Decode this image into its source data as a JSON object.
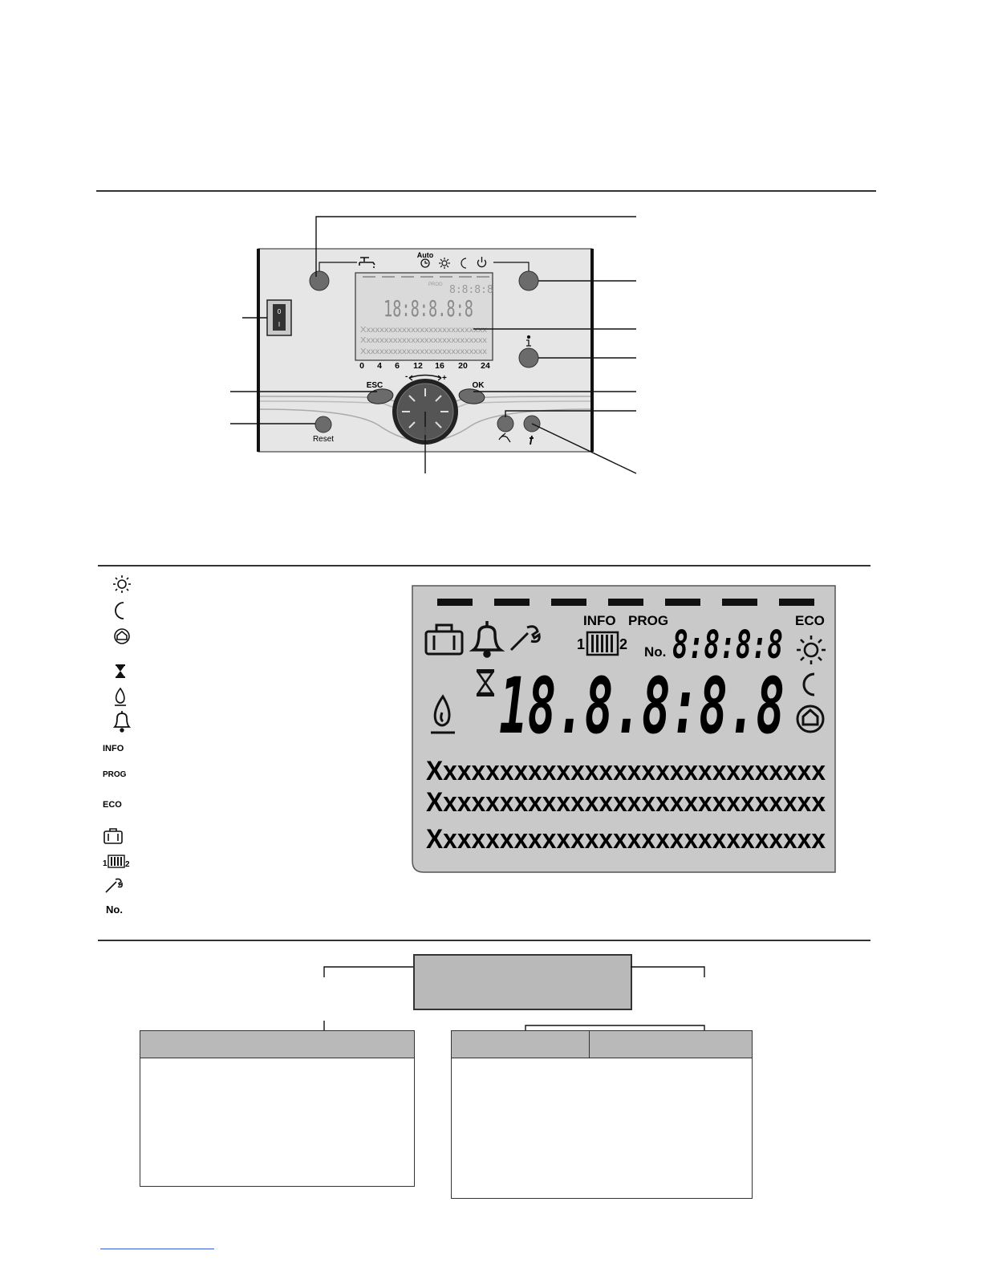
{
  "controller": {
    "mode_auto_label": "Auto",
    "esc_label": "ESC",
    "ok_label": "OK",
    "reset_label": "Reset",
    "power_switch_top": "0",
    "power_switch_bottom": "I",
    "scale_ticks": [
      "0",
      "4",
      "6",
      "12",
      "16",
      "20",
      "24"
    ],
    "dial_minus": "-",
    "dial_plus": "+",
    "small_lcd_digits": "18:8:8.8:8",
    "small_lcd_top_digits": "8:8:8:8",
    "small_lcd_prog": "PROG",
    "small_lcd_text_lines": [
      "Xxxxxxxxxxxxxxxxxxxxxxxxxxxx",
      "Xxxxxxxxxxxxxxxxxxxxxxxxxxxx",
      "Xxxxxxxxxxxxxxxxxxxxxxxxxxxx"
    ]
  },
  "legend": {
    "items": [
      {
        "icon": "sun-icon"
      },
      {
        "icon": "moon-icon"
      },
      {
        "icon": "house-circle-icon"
      },
      {
        "icon": "hourglass-icon"
      },
      {
        "icon": "flame-icon"
      },
      {
        "icon": "bell-icon"
      },
      {
        "icon": "info-text",
        "text": "INFO"
      },
      {
        "icon": "prog-text",
        "text": "PROG"
      },
      {
        "icon": "eco-text",
        "text": "ECO"
      },
      {
        "icon": "suitcase-icon"
      },
      {
        "icon": "radiator-icon",
        "left": "1",
        "right": "2"
      },
      {
        "icon": "wrench-icon"
      },
      {
        "icon": "no-text",
        "text": "No."
      }
    ]
  },
  "lcd": {
    "info_label": "INFO",
    "prog_label": "PROG",
    "eco_label": "ECO",
    "no_label": "No.",
    "radiator_left": "1",
    "radiator_right": "2",
    "top_digits": "8:8:8:8",
    "big_digits": "18.8.8:8.8",
    "text_lines": [
      "Xxxxxxxxxxxxxxxxxxxxxxxxxxxx",
      "Xxxxxxxxxxxxxxxxxxxxxxxxxxxx",
      "Xxxxxxxxxxxxxxxxxxxxxxxxxxxx"
    ]
  },
  "colors": {
    "panel": "#e6e6e6",
    "button": "#6b6b6b",
    "lcd_background": "#c9c9c9",
    "lcd_segments": "#111111",
    "table_header": "#b9b9b9"
  }
}
